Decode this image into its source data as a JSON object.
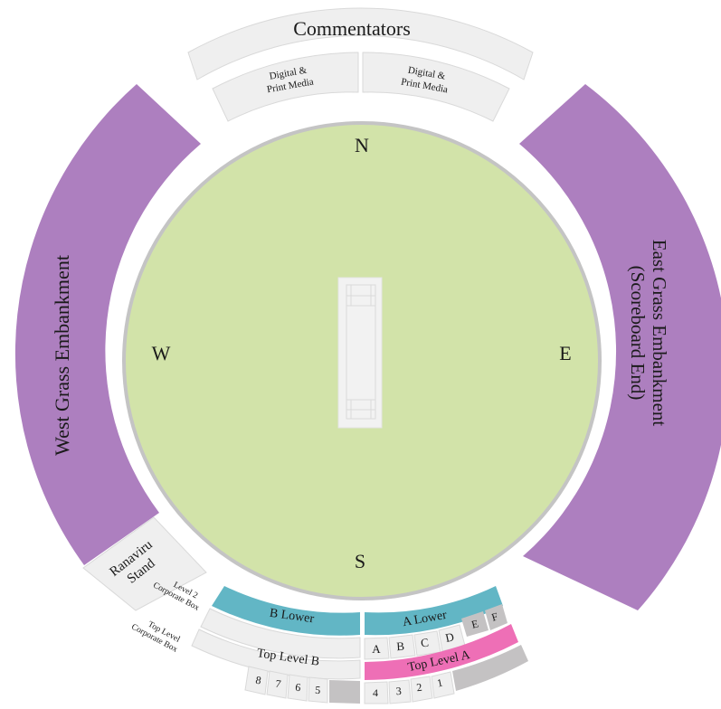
{
  "colors": {
    "field": "#d2e3a9",
    "field_border": "#c4c4c4",
    "pitch": "#eeeeee",
    "embankment": "#ad7fbf",
    "light_section": "#efefef",
    "light_stroke": "#d9d9d9",
    "b_lower": "#62b6c5",
    "a_lower": "#62b6c5",
    "top_level_a": "#ee6fb6",
    "gray_block": "#c4c2c3"
  },
  "compass": {
    "north": "N",
    "south": "S",
    "east": "E",
    "west": "W"
  },
  "stands": {
    "commentators": "Commentators",
    "media_left": [
      "Digital &",
      "Print Media"
    ],
    "media_right": [
      "Digital &",
      "Print Media"
    ],
    "west": "West Grass Embankment",
    "east": [
      "East Grass Embankment",
      "(Scoreboard End)"
    ],
    "ranaviru": [
      "Ranaviru",
      "Stand"
    ],
    "level2_box": [
      "Level 2",
      "Corporate Box"
    ],
    "top_level_box": [
      "Top Level",
      "Corporate Box"
    ],
    "b_lower": "B Lower",
    "a_lower": "A Lower",
    "top_level_b": "Top Level B",
    "top_level_a": "Top Level A"
  },
  "boxes": {
    "a_lower_right": [
      "E",
      "F"
    ],
    "level2_a": [
      "A",
      "B",
      "C",
      "D"
    ],
    "top_b_numbers": [
      "8",
      "7",
      "6",
      "5"
    ],
    "top_a_numbers": [
      "4",
      "3",
      "2",
      "1"
    ]
  }
}
